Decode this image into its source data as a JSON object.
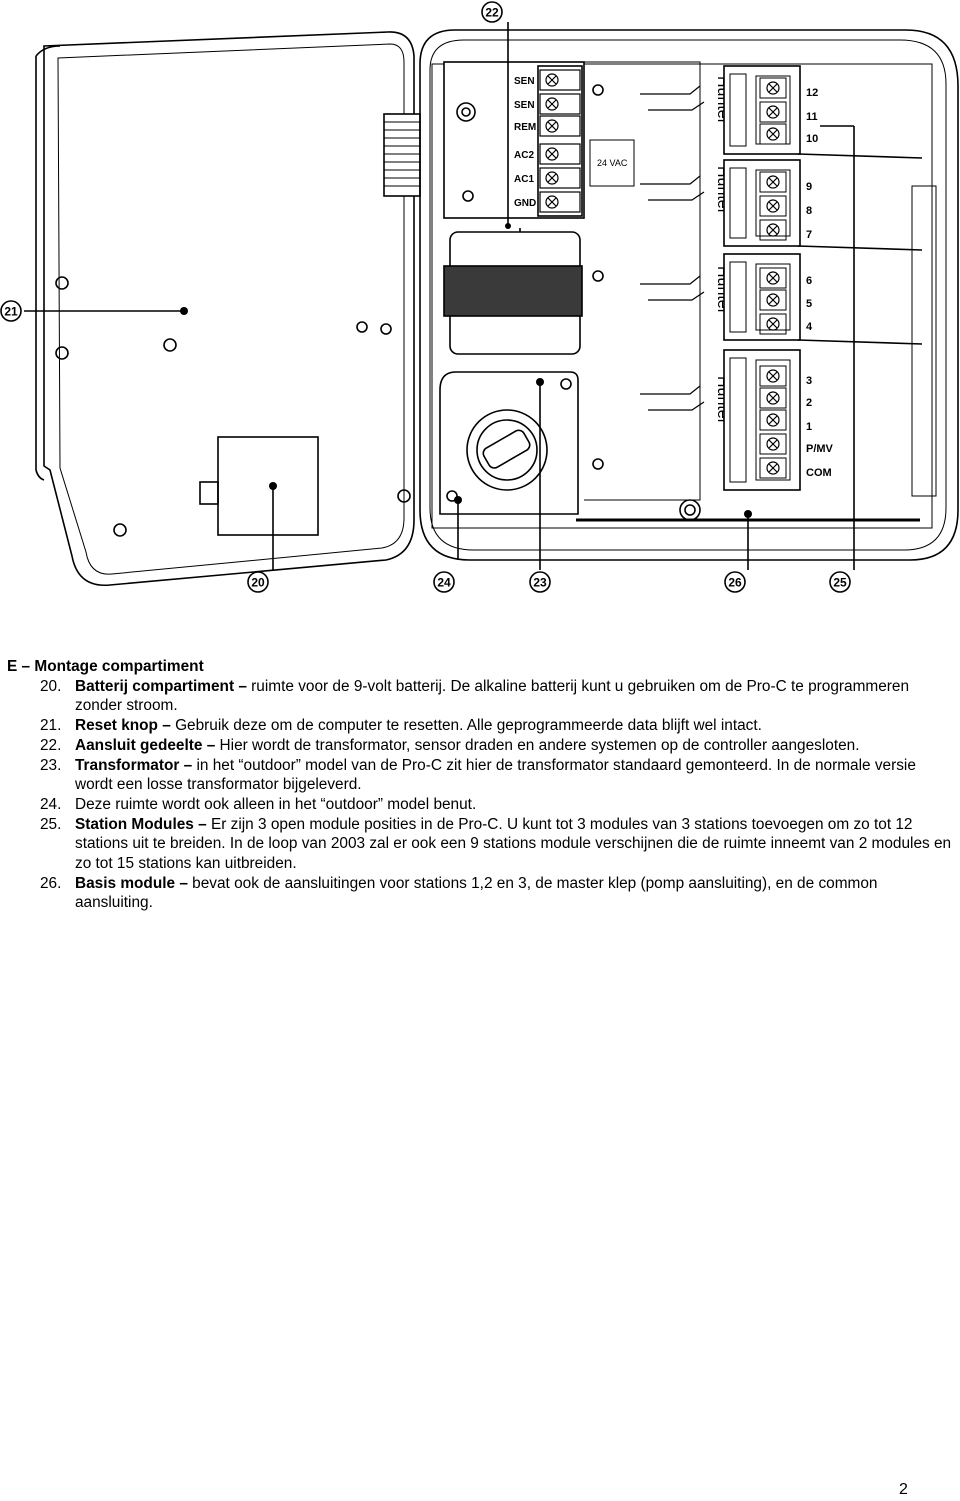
{
  "figure": {
    "callouts": [
      {
        "id": "c22",
        "label": "22"
      },
      {
        "id": "c21",
        "label": "21"
      },
      {
        "id": "c20",
        "label": "20"
      },
      {
        "id": "c24",
        "label": "24"
      },
      {
        "id": "c23",
        "label": "23"
      },
      {
        "id": "c26",
        "label": "26"
      },
      {
        "id": "c25",
        "label": "25"
      }
    ],
    "terminal_labels": [
      "SEN",
      "SEN",
      "REM",
      "AC2",
      "AC1",
      "GND"
    ],
    "voltage_label": "24 VAC",
    "station_numbers": [
      "12",
      "11",
      "10",
      "9",
      "8",
      "7",
      "6",
      "5",
      "4",
      "3",
      "2",
      "1",
      "P/MV",
      "COM"
    ],
    "brand": "Hunter"
  },
  "section": {
    "title": "E – Montage compartiment",
    "items": [
      {
        "num": "20.",
        "term": "Batterij compartiment –",
        "text": " ruimte voor de 9-volt batterij. De alkaline batterij kunt u gebruiken om de Pro-C te programmeren zonder stroom."
      },
      {
        "num": "21.",
        "term": "Reset knop –",
        "text": " Gebruik deze om de computer te resetten. Alle geprogrammeerde data blijft wel intact."
      },
      {
        "num": "22.",
        "term": "Aansluit gedeelte –",
        "text": " Hier wordt de transformator, sensor draden en andere systemen op de controller aangesloten."
      },
      {
        "num": "23.",
        "term": "Transformator –",
        "text": " in het “outdoor” model van de Pro-C zit hier de transformator standaard gemonteerd. In de normale versie wordt een losse transformator bijgeleverd."
      },
      {
        "num": "24.",
        "term": "",
        "text": "Deze ruimte wordt ook alleen in het “outdoor” model benut."
      },
      {
        "num": "25.",
        "term": "Station Modules –",
        "text": " Er zijn 3 open module posities in de Pro-C. U kunt tot 3 modules van 3 stations toevoegen om zo tot 12 stations uit te breiden. In de loop van 2003 zal er ook een 9 stations module verschijnen die de ruimte inneemt van 2 modules en zo tot 15 stations kan uitbreiden."
      },
      {
        "num": "26.",
        "term": "Basis module –",
        "text": " bevat ook de aansluitingen voor stations 1,2 en 3, de master klep (pomp aansluiting), en de common aansluiting."
      }
    ]
  },
  "page_number": "2"
}
